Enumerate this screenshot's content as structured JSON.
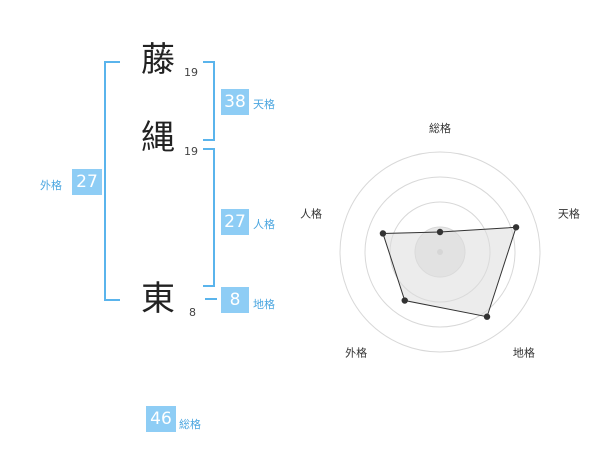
{
  "colors": {
    "accent": "#8ecdf5",
    "bracket": "#5ab4ec",
    "label": "#4ba6e0",
    "radar_fill": "#efefef",
    "radar_line": "#333333"
  },
  "name": {
    "chars": [
      {
        "char": "藤",
        "strokes": "19"
      },
      {
        "char": "縄",
        "strokes": "19"
      },
      {
        "char": "東",
        "strokes": "8"
      }
    ]
  },
  "fortunes": {
    "tenkaku": {
      "value": "38",
      "label": "天格"
    },
    "jinkaku": {
      "value": "27",
      "label": "人格"
    },
    "chikaku": {
      "value": "8",
      "label": "地格"
    },
    "gaikaku": {
      "value": "27",
      "label": "外格"
    },
    "soukaku": {
      "value": "46",
      "label": "総格"
    }
  },
  "chart_data": {
    "type": "radar",
    "axes": [
      "総格",
      "天格",
      "地格",
      "外格",
      "人格"
    ],
    "values": [
      0.2,
      0.8,
      0.8,
      0.6,
      0.6
    ],
    "range": [
      0,
      1
    ],
    "rings": 4
  }
}
